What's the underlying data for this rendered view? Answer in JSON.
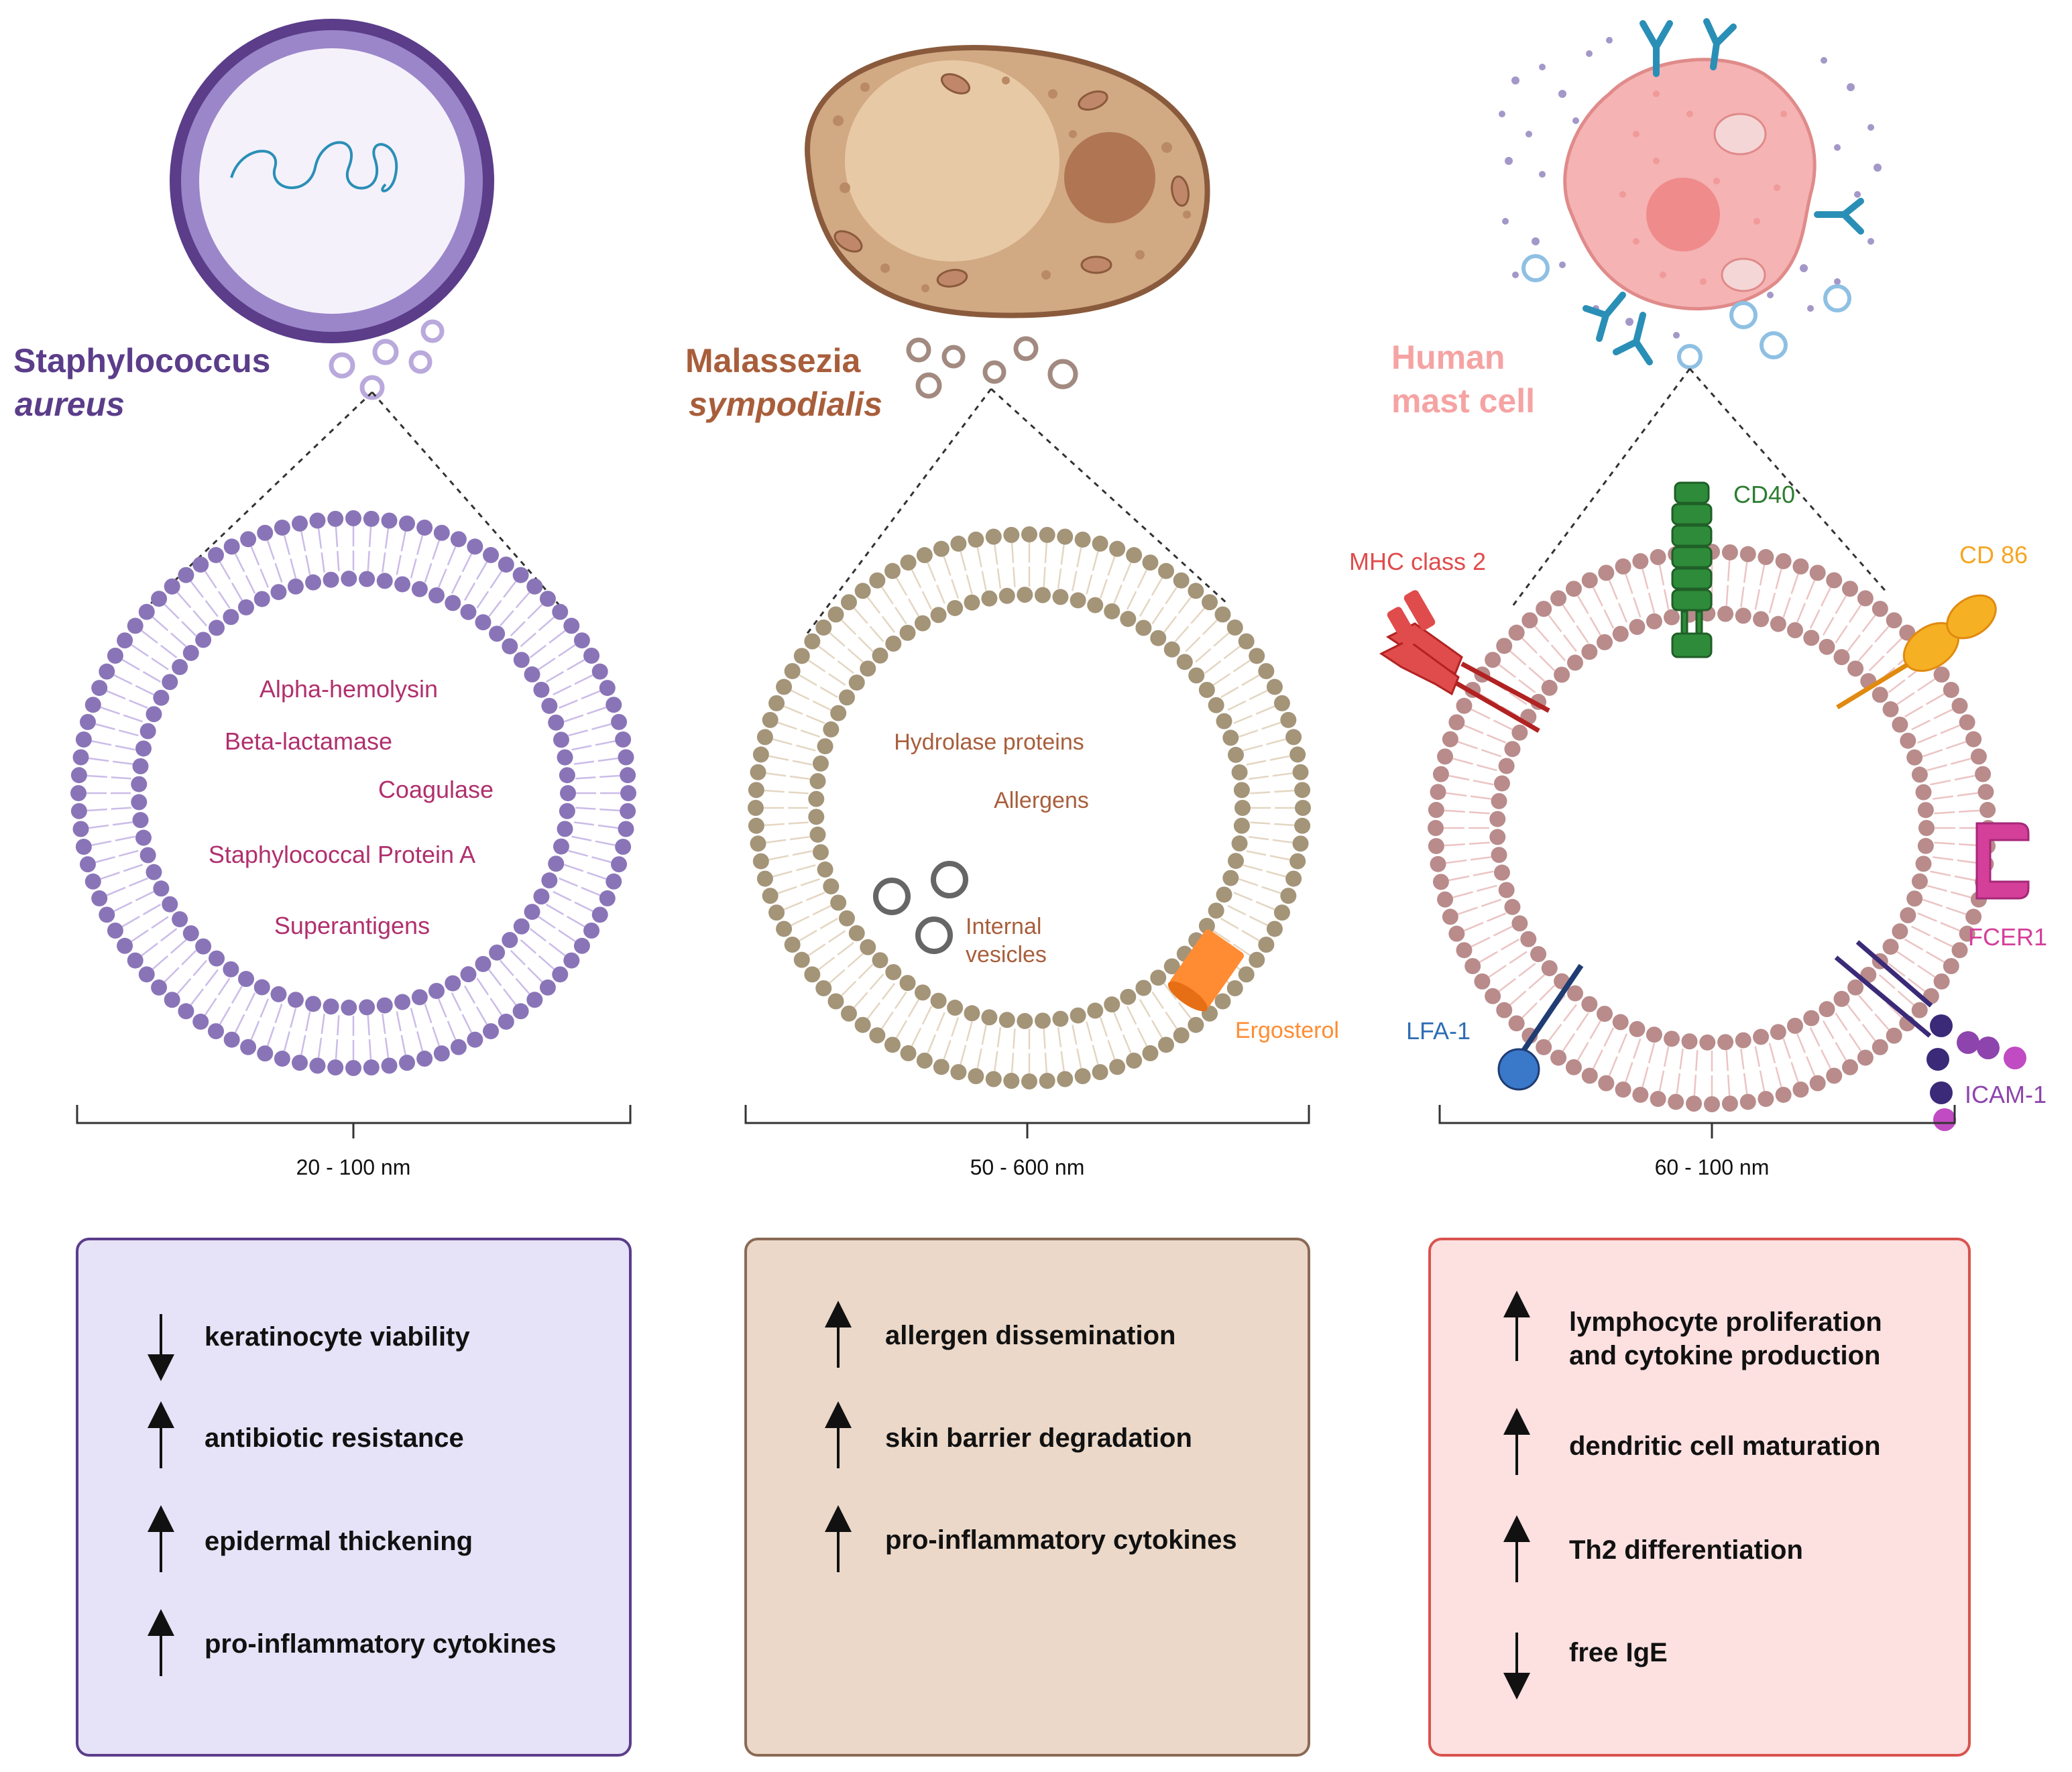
{
  "colors": {
    "staph": "#5b3d8a",
    "staph_light": "#b9a9dc",
    "staph_head": "#8a74b8",
    "staph_box_bg": "#e6e2f7",
    "staph_cargo": "#b0306e",
    "mala": "#a85e3b",
    "mala_head": "#a49478",
    "mala_tail": "#dccab1",
    "mala_box_bg": "#ebd8c9",
    "mala_box_border": "#8a6a55",
    "mast": "#f5a3a3",
    "mast_head": "#b98b8b",
    "mast_tail": "#e8b8b8",
    "mast_box_bg": "#fde0e0",
    "mast_box_border": "#d9534f",
    "cd40": "#2e7d32",
    "mhc": "#e04b4b",
    "cd86": "#f5a623",
    "fcer1": "#d43f9a",
    "lfa1": "#2f6db5",
    "icam1": "#8e44ad",
    "ergosterol": "#ff8c33"
  },
  "panels": {
    "staph": {
      "name_line1": "Staphylococcus",
      "name_line2": "aureus",
      "cargo": [
        "Alpha-hemolysin",
        "Beta-lactamase",
        "Coagulase",
        "Staphylococcal Protein A",
        "Superantigens"
      ],
      "size_label": "20 - 100 nm",
      "effects": [
        {
          "direction": "down",
          "text": "keratinocyte viability"
        },
        {
          "direction": "up",
          "text": "antibiotic resistance"
        },
        {
          "direction": "up",
          "text": "epidermal thickening"
        },
        {
          "direction": "up",
          "text": "pro-inflammatory cytokines"
        }
      ]
    },
    "mala": {
      "name_line1": "Malassezia",
      "name_line2": "sympodialis",
      "cargo": [
        "Hydrolase proteins",
        "Allergens"
      ],
      "vesicles_label_line1": "Internal",
      "vesicles_label_line2": "vesicles",
      "ergosterol_label": "Ergosterol",
      "size_label": "50 - 600 nm",
      "effects": [
        {
          "direction": "up",
          "text": "allergen dissemination"
        },
        {
          "direction": "up",
          "text": "skin barrier degradation"
        },
        {
          "direction": "up",
          "text": "pro-inflammatory cytokines"
        }
      ]
    },
    "mast": {
      "name_line1": "Human",
      "name_line2": "mast cell",
      "markers": {
        "cd40": "CD40",
        "mhc": "MHC class 2",
        "cd86": "CD 86",
        "fcer1": "FCER1",
        "lfa1": "LFA-1",
        "icam1": "ICAM-1"
      },
      "size_label": "60 - 100 nm",
      "effects": [
        {
          "direction": "up",
          "text": "lymphocyte proliferation",
          "text2": "and cytokine production"
        },
        {
          "direction": "up",
          "text": "dendritic cell maturation"
        },
        {
          "direction": "up",
          "text": "Th2 differentiation"
        },
        {
          "direction": "down",
          "text": "free IgE"
        }
      ]
    }
  }
}
